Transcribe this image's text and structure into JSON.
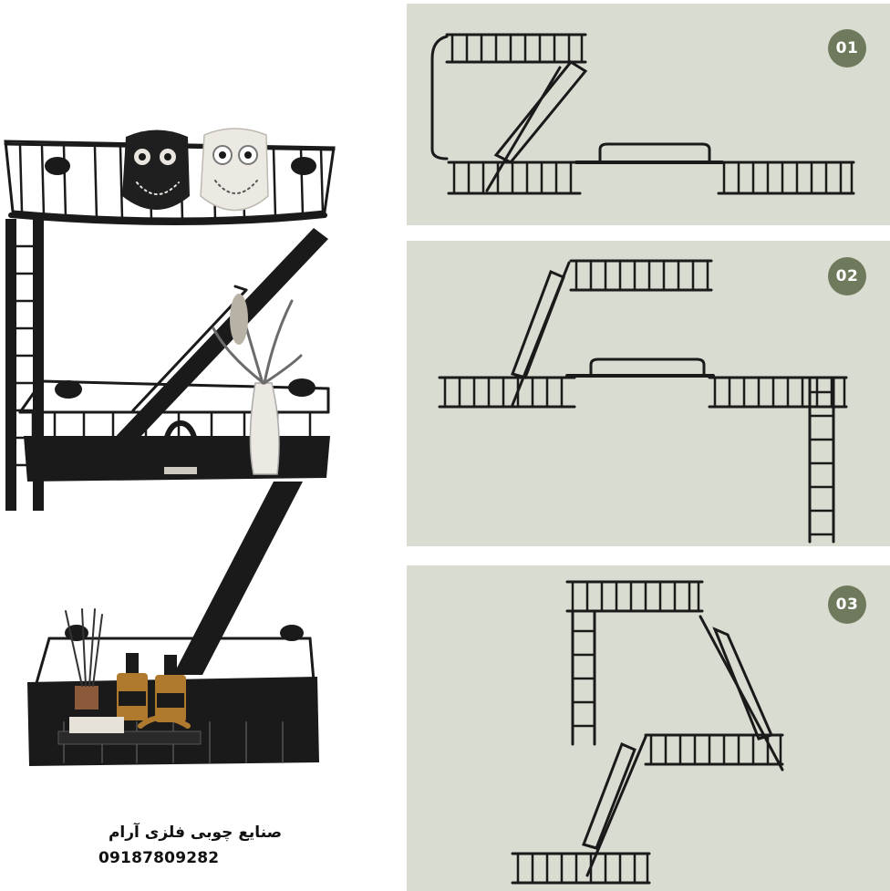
{
  "steps": [
    {
      "badge": "01"
    },
    {
      "badge": "02"
    },
    {
      "badge": "03"
    }
  ],
  "caption": {
    "shop_name": "صنایع چوبی فلزی آرام",
    "phone": "09187809282"
  },
  "colors": {
    "panel_background": "#d9ddd1",
    "badge_background": "#6f7a5c",
    "badge_text": "#ffffff",
    "metal": "#1a1a1a",
    "page_background": "#ffffff"
  }
}
